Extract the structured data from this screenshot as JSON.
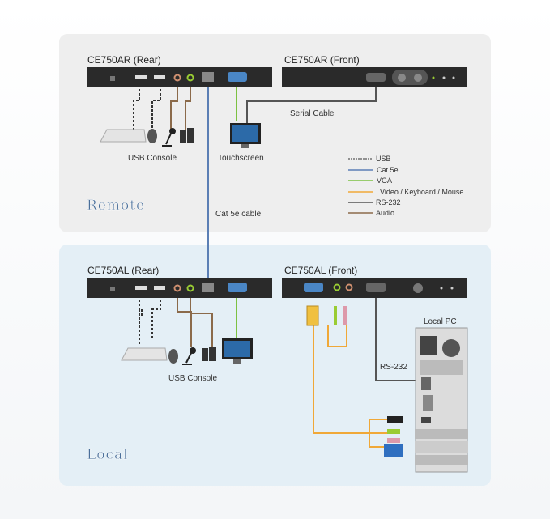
{
  "remote": {
    "section_label": "Remote",
    "rear_label": "CE750AR (Rear)",
    "front_label": "CE750AR (Front)",
    "usb_console_label": "USB Console",
    "touchscreen_label": "Touchscreen",
    "serial_cable_label": "Serial Cable"
  },
  "cat5e_cable_label": "Cat 5e cable",
  "local": {
    "section_label": "Local",
    "rear_label": "CE750AL (Rear)",
    "front_label": "CE750AL (Front)",
    "usb_console_label": "USB Console",
    "local_pc_label": "Local PC",
    "rs232_label": "RS-232"
  },
  "legend": [
    {
      "label": "USB",
      "color": "#333333",
      "style": "dashed"
    },
    {
      "label": "Cat 5e",
      "color": "#5b7fb5",
      "style": "solid"
    },
    {
      "label": "VGA",
      "color": "#7cc142",
      "style": "solid"
    },
    {
      "label": "Video / Keyboard / Mouse",
      "color": "#f0a838",
      "style": "solid"
    },
    {
      "label": "RS-232",
      "color": "#555555",
      "style": "solid"
    },
    {
      "label": "Audio",
      "color": "#8b6a4a",
      "style": "solid"
    }
  ]
}
